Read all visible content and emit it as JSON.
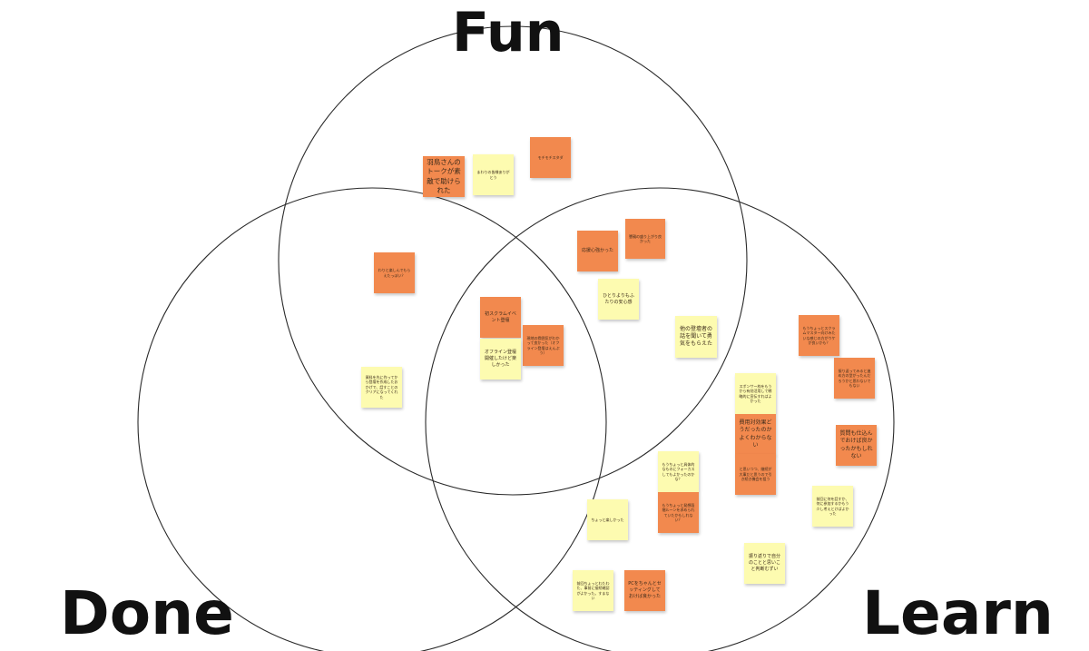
{
  "labels": {
    "fun": "Fun",
    "done": "Done",
    "learn": "Learn"
  },
  "colors": {
    "orange_note": "#f2894e",
    "yellow_note": "#fdfbb0",
    "circle_stroke": "#2a2a2a"
  },
  "notes": [
    {
      "text": "羽鳥さんのトークが素敵で助けられた",
      "color": "orange"
    },
    {
      "text": "まわりの皆様ありがとう",
      "color": "yellow"
    },
    {
      "text": "モチモチスタダ",
      "color": "orange"
    },
    {
      "text": "応援心強かった",
      "color": "orange"
    },
    {
      "text": "懇親の盛り上がり良かった",
      "color": "orange"
    },
    {
      "text": "わりと楽しんでもらえたっぽい？",
      "color": "orange"
    },
    {
      "text": "ひとりよりもふたりの安心感",
      "color": "yellow"
    },
    {
      "text": "他の登壇者の話を聞いて勇気をもらえた",
      "color": "yellow"
    },
    {
      "text": "初スクラムイベント登壇",
      "color": "orange"
    },
    {
      "text": "現地の雰囲気がわかって良かった（オフライン登壇はえんぷう）",
      "color": "orange"
    },
    {
      "text": "オフライン登壇開催したけど楽しかった",
      "color": "yellow"
    },
    {
      "text": "もうちょっとスクラムマスター向けみたいな感じの方がウケが良いかも？",
      "color": "orange"
    },
    {
      "text": "振り返ってみると進め方の型がったんだろうかと思わないでもない",
      "color": "orange"
    },
    {
      "text": "資料を先に作ってから登壇を作成したおかげで、話すことのクリアになってくれた",
      "color": "yellow"
    },
    {
      "text": "スポンサー枠をもうから有効活用して戦略的に宣伝すればよかった",
      "color": "yellow"
    },
    {
      "text": "費用対効果どうだったのかよくわからない",
      "color": "orange"
    },
    {
      "text": "質問も仕込んでおけば良かったかもしれない",
      "color": "orange"
    },
    {
      "text": "もうちょっと具体的なものにフォーカスしてもよかったのかな？",
      "color": "yellow"
    },
    {
      "text": "と思いつつ、継続が大事だと思うので引き続き機会を狙う",
      "color": "orange"
    },
    {
      "text": "前回に何を話すか、何に参加するかもう少し考えとけばよかった",
      "color": "yellow"
    },
    {
      "text": "もうちょっと発想段階ルーンを求められていたかもしれない？",
      "color": "orange"
    },
    {
      "text": "ちょっと楽しかった",
      "color": "yellow"
    },
    {
      "text": "振り返りで自分のことと思いこと判断むずい",
      "color": "yellow"
    },
    {
      "text": "前回ちょっとわたわた、事前に接続確認がよかった。すまない",
      "color": "yellow"
    },
    {
      "text": "PCをちゃんとセッティングしておけば良かった",
      "color": "orange"
    }
  ]
}
